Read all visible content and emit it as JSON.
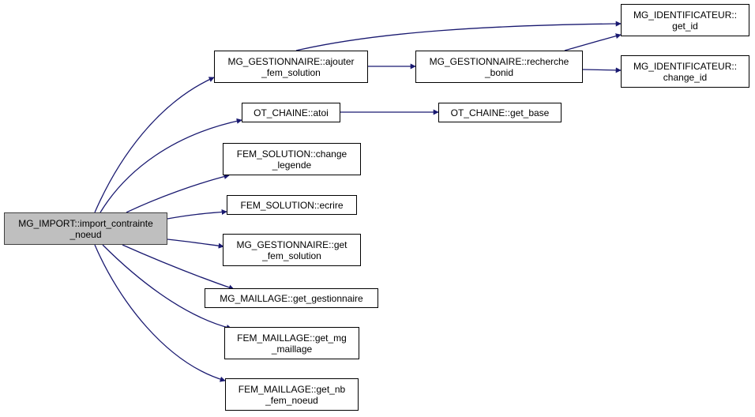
{
  "graph": {
    "type": "call-graph",
    "edge_color": "#191970",
    "root_fill": "#bfbfbf",
    "nodes": [
      {
        "id": "root",
        "lines": [
          "MG_IMPORT::import_contrainte",
          "_noeud"
        ],
        "root": true
      },
      {
        "id": "ajouter",
        "lines": [
          "MG_GESTIONNAIRE::ajouter",
          "_fem_solution"
        ]
      },
      {
        "id": "recherche",
        "lines": [
          "MG_GESTIONNAIRE::recherche",
          "_bonid"
        ]
      },
      {
        "id": "getid",
        "lines": [
          "MG_IDENTIFICATEUR::",
          "get_id"
        ]
      },
      {
        "id": "changeid",
        "lines": [
          "MG_IDENTIFICATEUR::",
          "change_id"
        ]
      },
      {
        "id": "atoi",
        "lines": [
          "OT_CHAINE::atoi"
        ]
      },
      {
        "id": "getbase",
        "lines": [
          "OT_CHAINE::get_base"
        ]
      },
      {
        "id": "changelegende",
        "lines": [
          "FEM_SOLUTION::change",
          "_legende"
        ]
      },
      {
        "id": "ecrire",
        "lines": [
          "FEM_SOLUTION::ecrire"
        ]
      },
      {
        "id": "getfemsolution",
        "lines": [
          "MG_GESTIONNAIRE::get",
          "_fem_solution"
        ]
      },
      {
        "id": "getgestionnaire",
        "lines": [
          "MG_MAILLAGE::get_gestionnaire"
        ]
      },
      {
        "id": "getmgmaillage",
        "lines": [
          "FEM_MAILLAGE::get_mg",
          "_maillage"
        ]
      },
      {
        "id": "getnbfemnoeud",
        "lines": [
          "FEM_MAILLAGE::get_nb",
          "_fem_noeud"
        ]
      }
    ],
    "edges": [
      {
        "from": "root",
        "to": "ajouter"
      },
      {
        "from": "root",
        "to": "atoi"
      },
      {
        "from": "root",
        "to": "changelegende"
      },
      {
        "from": "root",
        "to": "ecrire"
      },
      {
        "from": "root",
        "to": "getfemsolution"
      },
      {
        "from": "root",
        "to": "getgestionnaire"
      },
      {
        "from": "root",
        "to": "getmgmaillage"
      },
      {
        "from": "root",
        "to": "getnbfemnoeud"
      },
      {
        "from": "ajouter",
        "to": "getid"
      },
      {
        "from": "ajouter",
        "to": "recherche"
      },
      {
        "from": "recherche",
        "to": "getid"
      },
      {
        "from": "recherche",
        "to": "changeid"
      },
      {
        "from": "atoi",
        "to": "getbase"
      }
    ]
  }
}
